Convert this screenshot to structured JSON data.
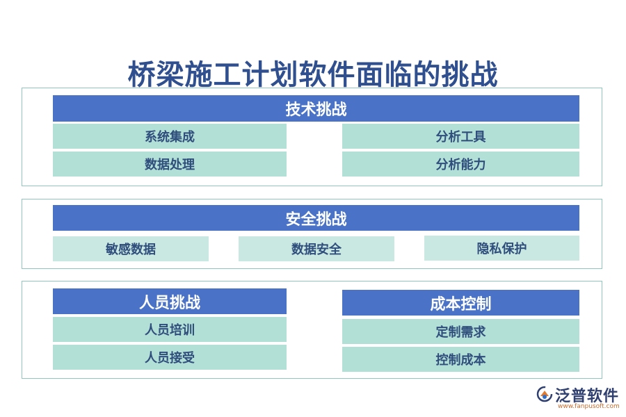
{
  "title": "桥梁施工计划软件面临的挑战",
  "sections": {
    "tech": {
      "header": "技术挑战",
      "items": [
        "系统集成",
        "分析工具",
        "数据处理",
        "分析能力"
      ]
    },
    "security": {
      "header": "安全挑战",
      "items": [
        "敏感数据",
        "数据安全",
        "隐私保护"
      ]
    },
    "people": {
      "header": "人员挑战",
      "items": [
        "人员培训",
        "人员接受"
      ]
    },
    "cost": {
      "header": "成本控制",
      "items": [
        "定制需求",
        "控制成本"
      ]
    }
  },
  "logo": {
    "name": "泛普软件",
    "url": "www.fanpusoft.com",
    "icon": "fanpu-logo-icon"
  },
  "colors": {
    "header": "#4a73c8",
    "item_dark": "#b2dfd6",
    "item_light": "#c8e8e1",
    "border": "#8fc6c0",
    "title": "#2f4f8f"
  }
}
